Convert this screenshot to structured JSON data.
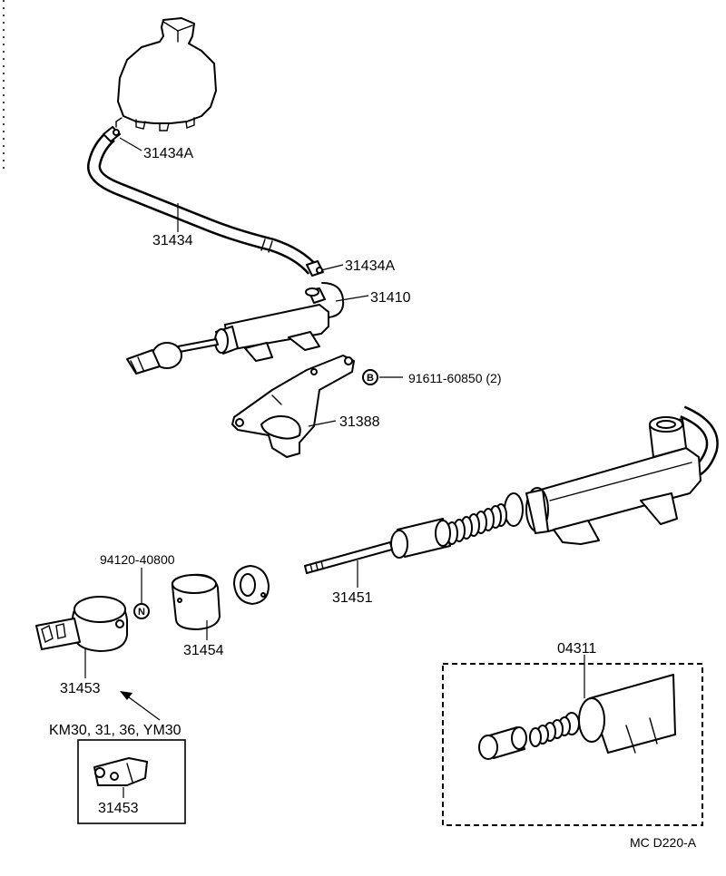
{
  "callouts": {
    "reservoir_clamp_upper": "31434A",
    "reservoir_hose": "31434",
    "reservoir_clamp_lower": "31434A",
    "master_cylinder": "31410",
    "bolt": "91611-60850 (2)",
    "bolt_symbol": "B",
    "bracket": "31388",
    "washer_part": "94120-40800",
    "washer_symbol": "N",
    "push_rod": "31451",
    "boot": "31454",
    "clevis": "31453",
    "model_note": "KM30, 31, 36, YM30",
    "clevis_alt": "31453",
    "kit": "04311"
  },
  "footer": {
    "diagram_code": "MC  D220-A"
  }
}
